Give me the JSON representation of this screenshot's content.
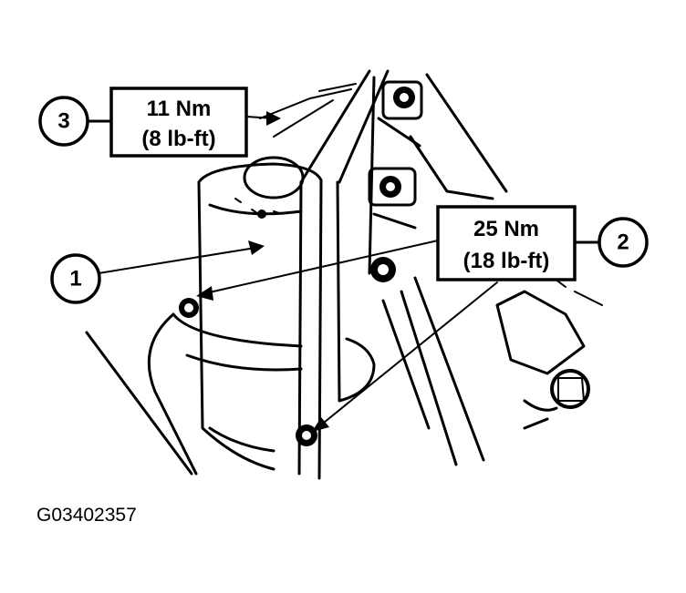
{
  "callouts": [
    {
      "number": "1",
      "label": ""
    },
    {
      "number": "2",
      "label": ""
    },
    {
      "number": "3",
      "label": ""
    }
  ],
  "torque_specs": {
    "upper_left": {
      "metric": "11 Nm",
      "imperial": "(8 lb-ft)"
    },
    "right": {
      "metric": "25 Nm",
      "imperial": "(18 lb-ft)"
    }
  },
  "figure_id": "G03402357"
}
